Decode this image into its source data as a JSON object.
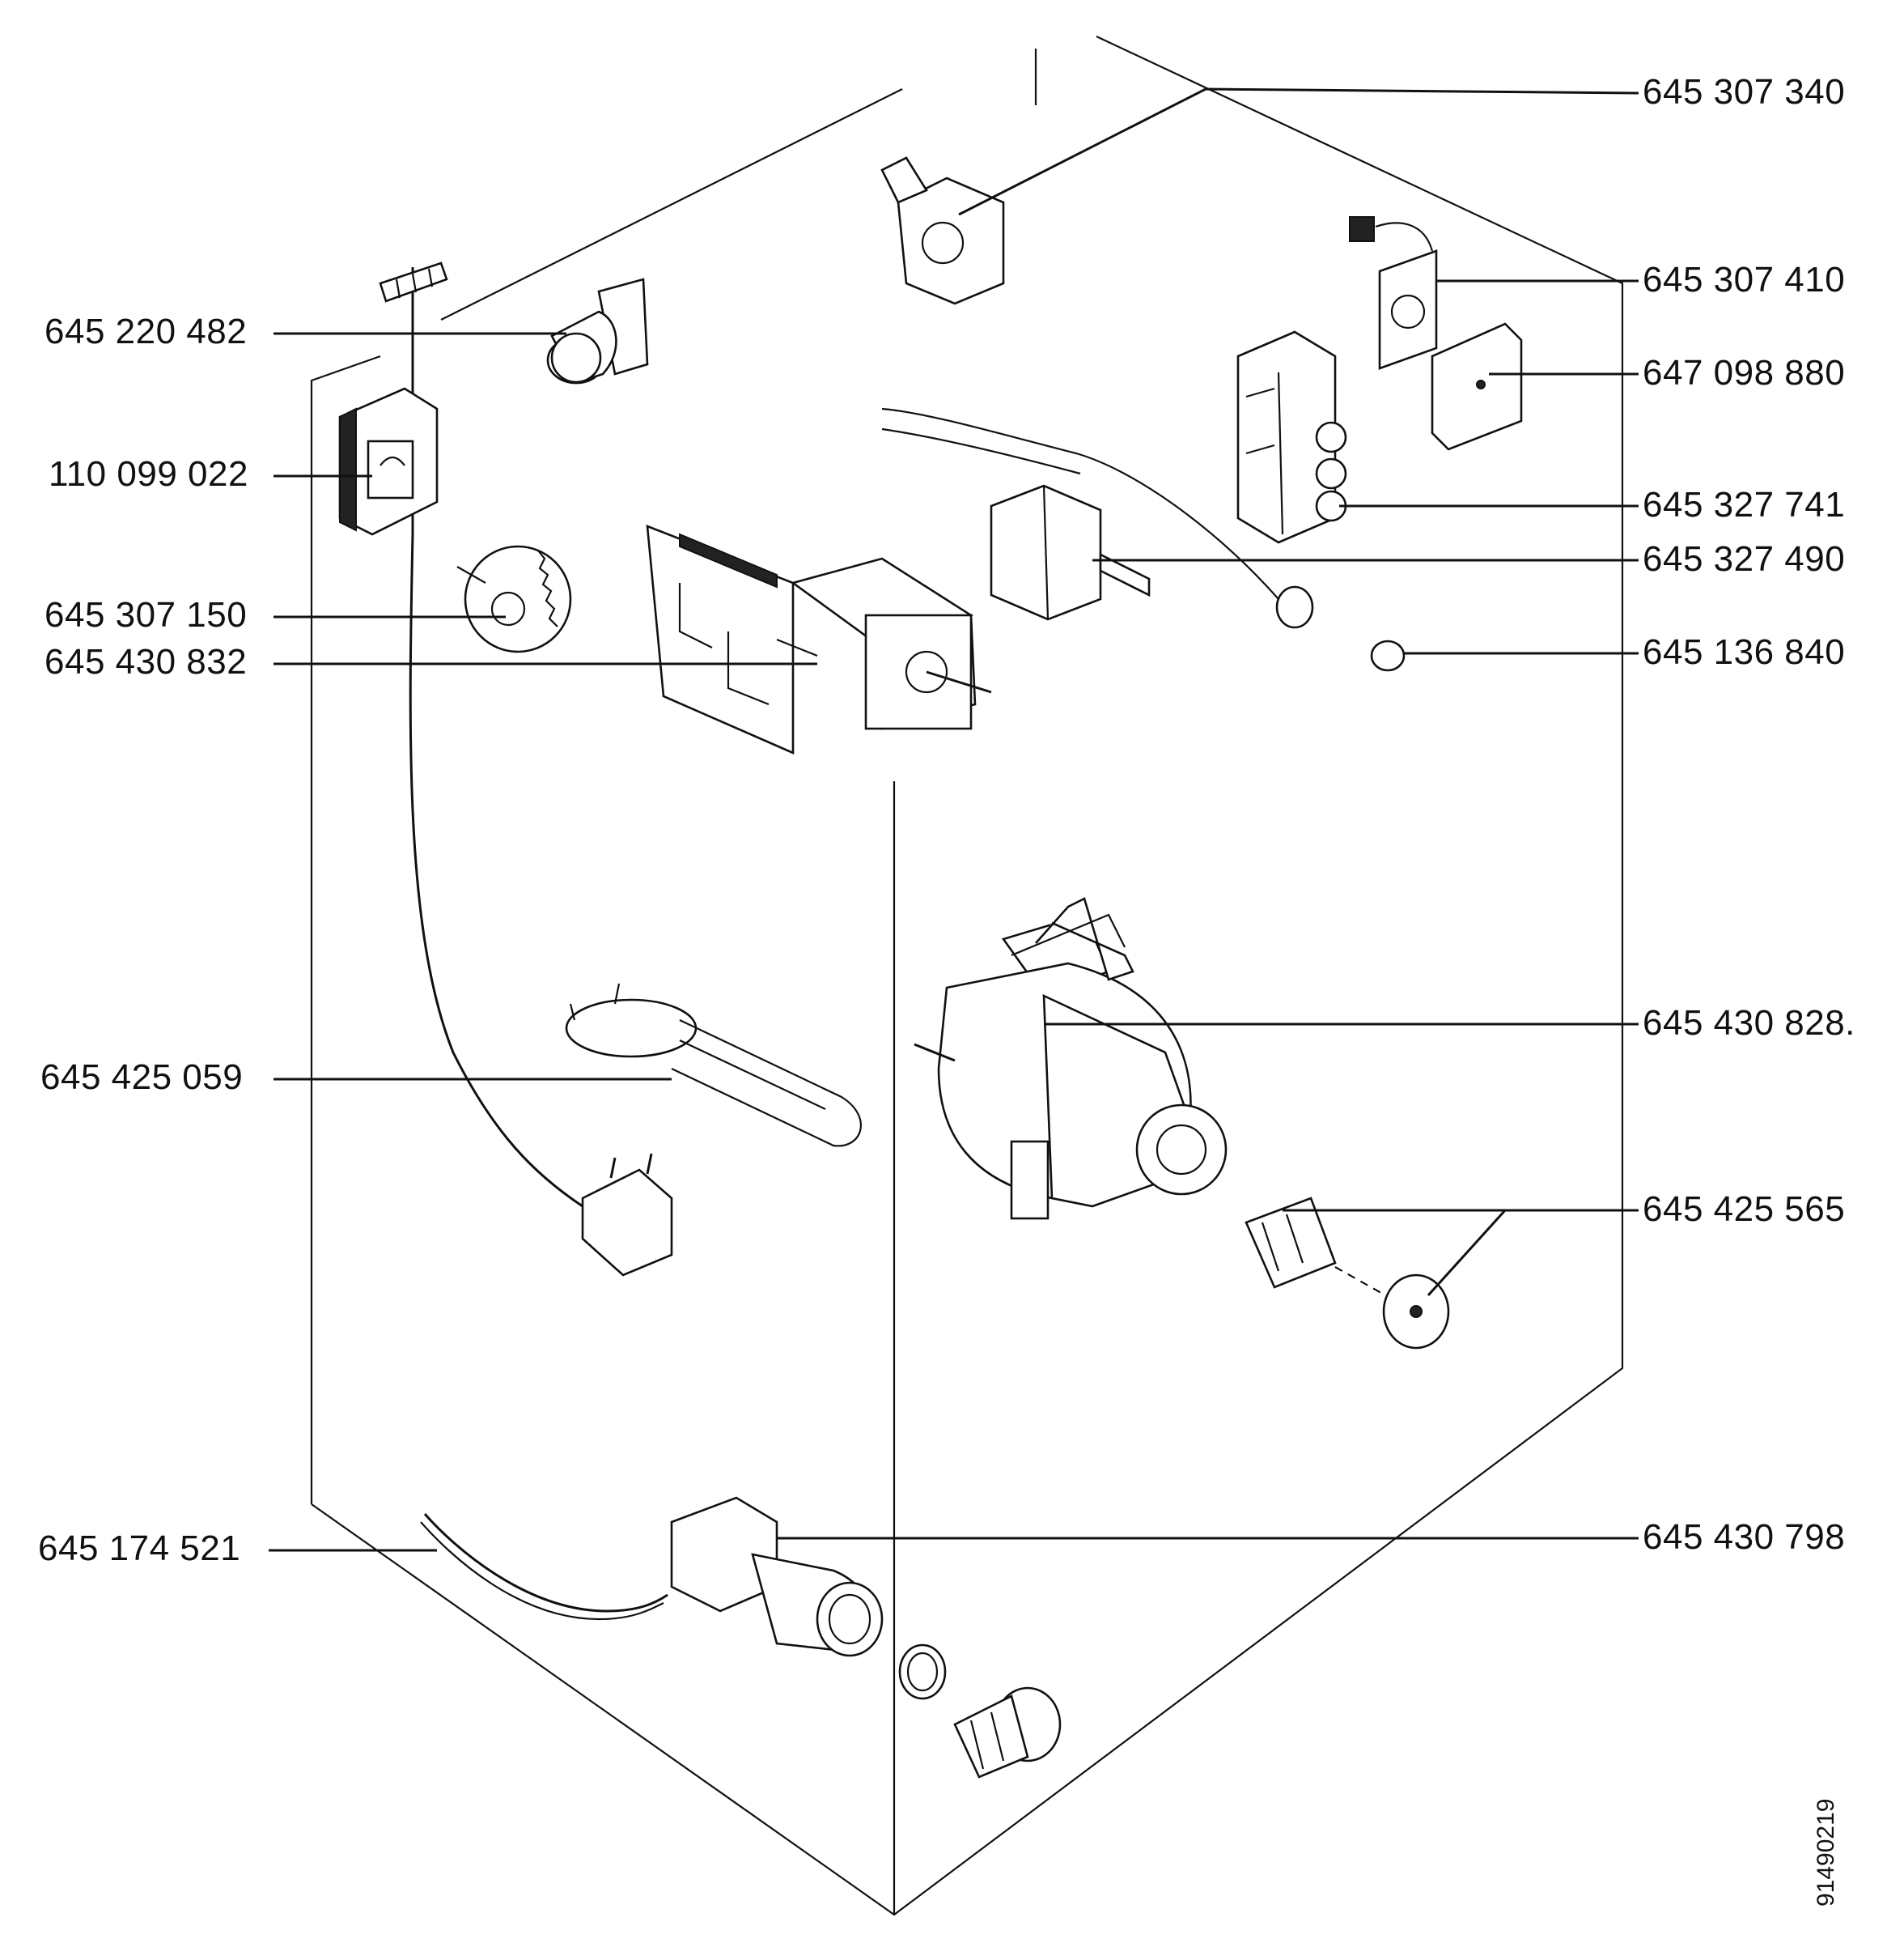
{
  "diagram": {
    "callouts_left": [
      {
        "id": "c1",
        "text": "645 220 482"
      },
      {
        "id": "c2",
        "text": "110 099 022"
      },
      {
        "id": "c3",
        "text": "645 307 150"
      },
      {
        "id": "c4",
        "text": "645 430 832"
      },
      {
        "id": "c5",
        "text": "645 425 059"
      },
      {
        "id": "c6",
        "text": "645 174 521"
      }
    ],
    "callouts_right": [
      {
        "id": "r1",
        "text": "645 307 340"
      },
      {
        "id": "r2",
        "text": "645 307 410"
      },
      {
        "id": "r3",
        "text": "647 098 880"
      },
      {
        "id": "r4",
        "text": "645 327 741"
      },
      {
        "id": "r5",
        "text": "645 327 490"
      },
      {
        "id": "r6",
        "text": "645 136 840"
      },
      {
        "id": "r7",
        "text": "645 430 828."
      },
      {
        "id": "r8",
        "text": "645 425 565"
      },
      {
        "id": "r9",
        "text": "645 430 798"
      }
    ],
    "document_number": "91490219"
  }
}
